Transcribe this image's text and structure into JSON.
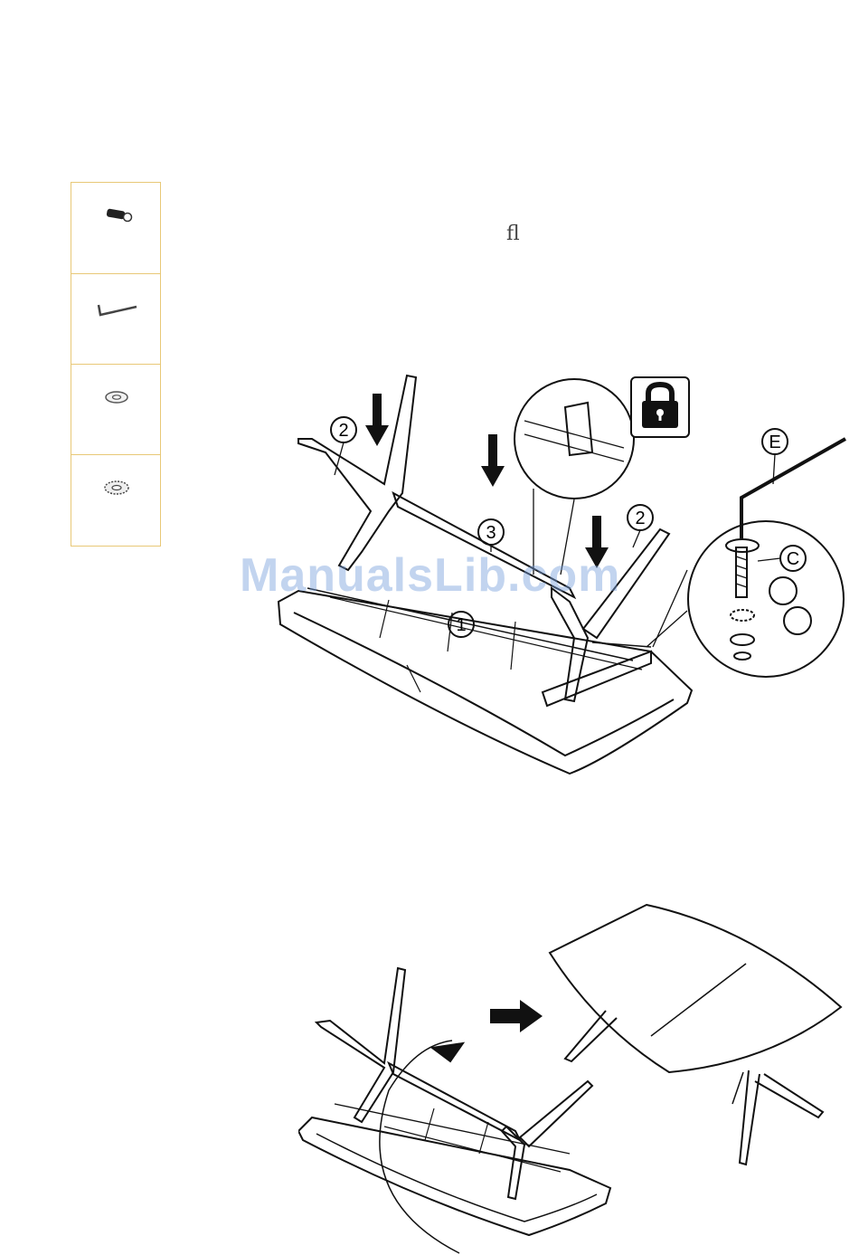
{
  "header": {
    "glyph": "fl"
  },
  "parts_list": [
    {
      "icon": "bolt-icon"
    },
    {
      "icon": "allen-key-icon"
    },
    {
      "icon": "flat-washer-icon"
    },
    {
      "icon": "lock-washer-icon"
    }
  ],
  "step1": {
    "callouts": {
      "leg": "2",
      "top": "1",
      "beam": "3",
      "key": "E",
      "bolt": "C"
    },
    "lock_icon": "padlock-icon"
  },
  "step2": {
    "arrow_icon": "arrow-right-icon"
  },
  "watermark": "ManualsLib.com"
}
